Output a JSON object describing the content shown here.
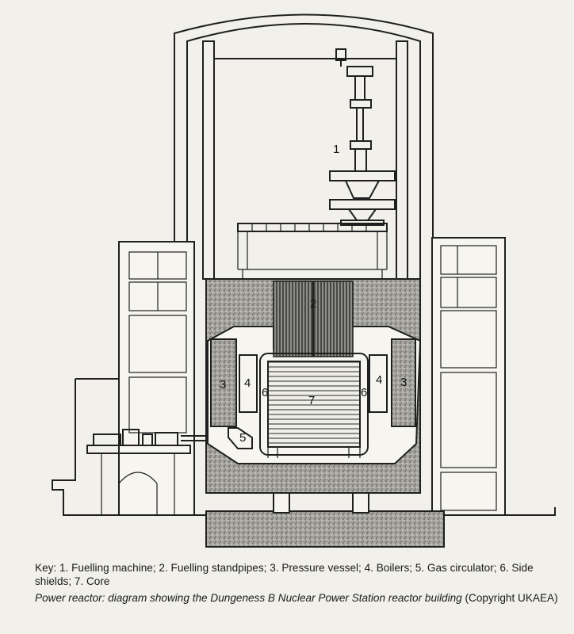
{
  "labels": {
    "n1": "1",
    "n2": "2",
    "n3": "3",
    "n4": "4",
    "n5": "5",
    "n6": "6",
    "n7": "7"
  },
  "key_text": "Key: 1. Fuelling machine; 2. Fuelling standpipes; 3. Pressure vessel; 4. Boilers; 5. Gas circulator; 6. Side shields; 7. Core",
  "caption": {
    "italic_text": "Power reactor: diagram showing the Dungeness B Nuclear Power Station reactor building",
    "credit": "(Copyright UKAEA)"
  }
}
